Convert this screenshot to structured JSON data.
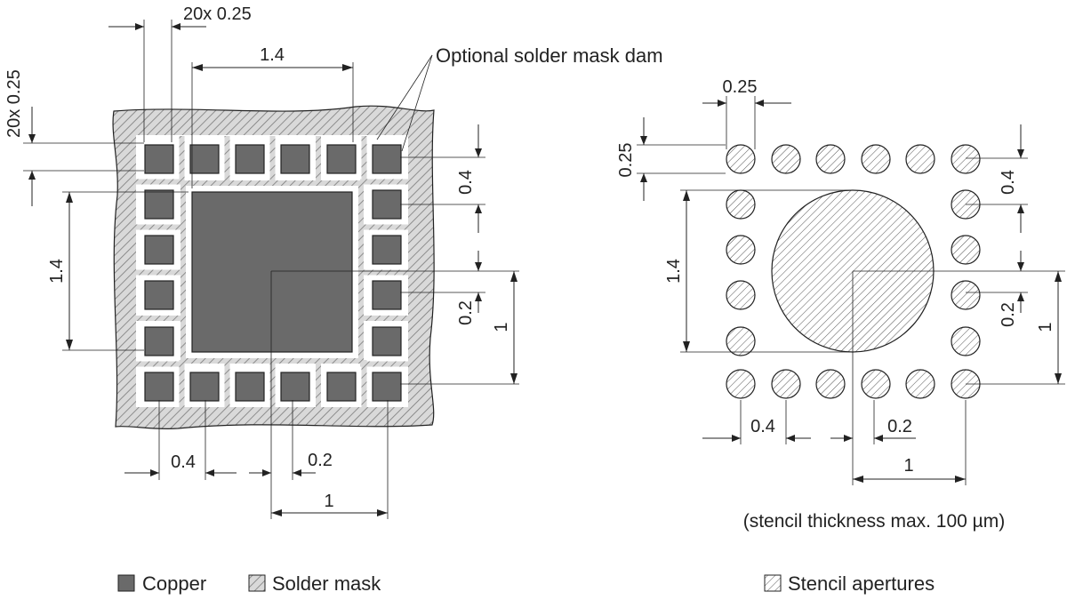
{
  "colors": {
    "copper": "#6a6a6a",
    "solder_mask_bg": "#d9d9d9",
    "hatch": "#7a7a7a",
    "line": "#222222"
  },
  "left": {
    "dim_top_pitch": "20x 0.25",
    "dim_left_pitch": "20x 0.25",
    "dim_top_width": "1.4",
    "dim_left_height": "1.4",
    "dim_right_pad": "0.4",
    "dim_right_gap": "0.2",
    "dim_right_center": "1",
    "dim_bottom_pad": "0.4",
    "dim_bottom_gap": "0.2",
    "dim_bottom_center": "1",
    "callout": "Optional solder mask dam"
  },
  "right": {
    "dim_top_pitch": "0.25",
    "dim_left_pitch": "0.25",
    "dim_right_pad": "0.4",
    "dim_left_height": "1.4",
    "dim_right_gap": "0.2",
    "dim_right_center": "1",
    "dim_bottom_pad": "0.4",
    "dim_bottom_gap": "0.2",
    "dim_bottom_center": "1",
    "note": "(stencil thickness max. 100 µm)"
  },
  "legend": {
    "copper": "Copper",
    "solder_mask": "Solder mask",
    "stencil": "Stencil apertures"
  }
}
